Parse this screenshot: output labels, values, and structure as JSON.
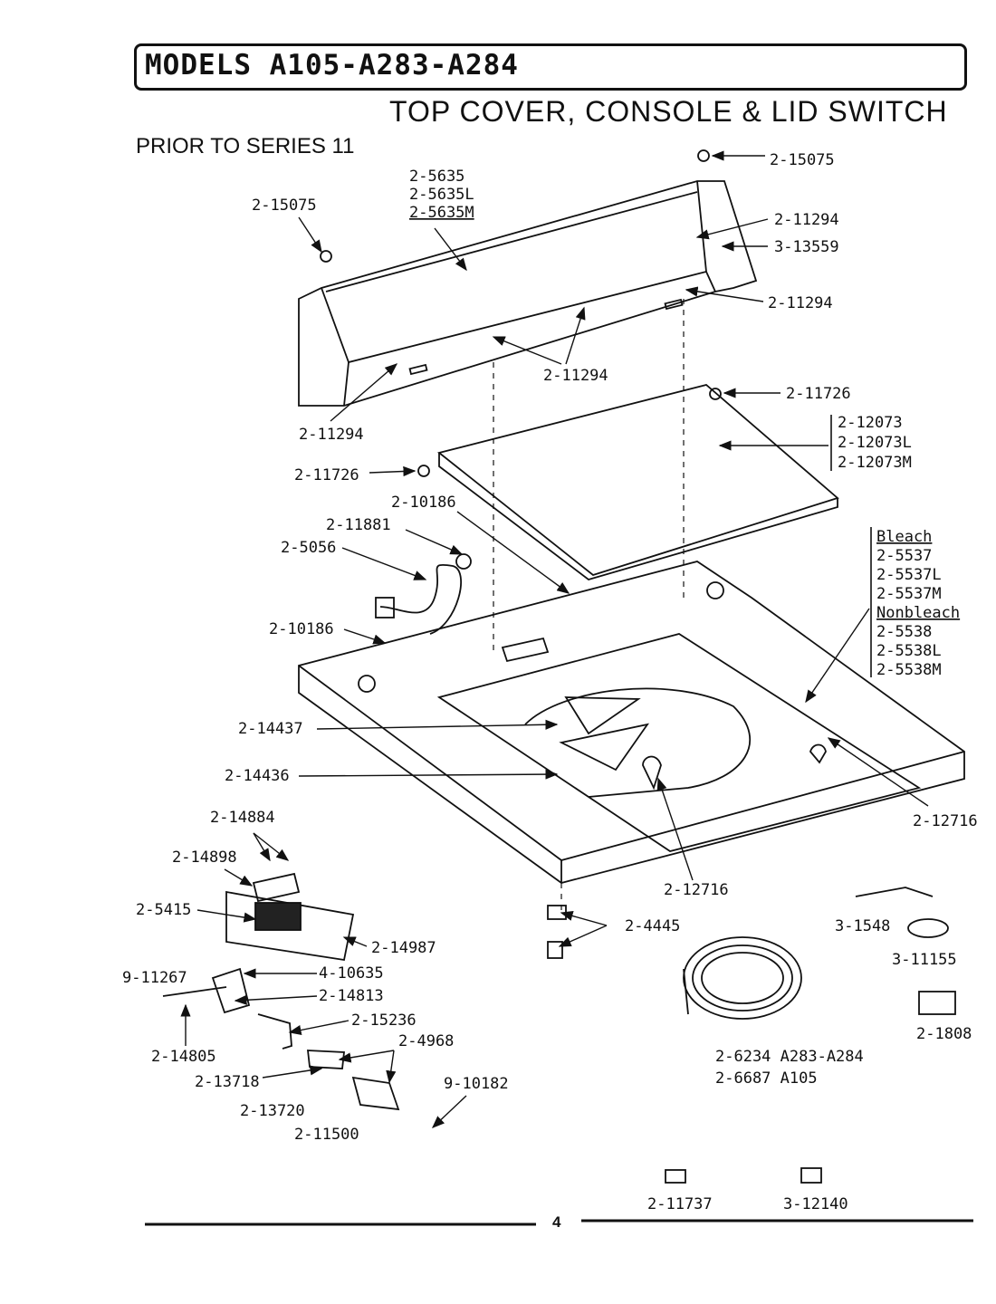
{
  "header": {
    "models": "MODELS A105-A283-A284",
    "title": "TOP COVER, CONSOLE & LID SWITCH",
    "subtitle": "PRIOR TO SERIES 11"
  },
  "parts": {
    "p_15075_a": "2-15075",
    "p_15075_b": "2-15075",
    "console_1": "2-5635",
    "console_2": "2-5635L",
    "console_3": "2-5635M",
    "p_11294_a": "2-11294",
    "p_13559": "3-13559",
    "p_11294_b": "2-11294",
    "p_11294_c": "2-11294",
    "p_11294_d": "2-11294",
    "p_11726_a": "2-11726",
    "lid_1": "2-12073",
    "lid_2": "2-12073L",
    "lid_3": "2-12073M",
    "p_11726_b": "2-11726",
    "p_10186_a": "2-10186",
    "p_11881": "2-11881",
    "p_5056": "2-5056",
    "top_h1": "Bleach",
    "top_1": "2-5537",
    "top_2": "2-5537L",
    "top_3": "2-5537M",
    "top_h2": "Nonbleach",
    "top_4": "2-5538",
    "top_5": "2-5538L",
    "top_6": "2-5538M",
    "p_10186_b": "2-10186",
    "p_14437": "2-14437",
    "p_14436": "2-14436",
    "p_12716_a": "2-12716",
    "p_12716_b": "2-12716",
    "p_14884": "2-14884",
    "p_14898": "2-14898",
    "p_5415": "2-5415",
    "p_14987": "2-14987",
    "p_11267": "9-11267",
    "p_10635": "4-10635",
    "p_14813": "2-14813",
    "p_15236": "2-15236",
    "p_14805": "2-14805",
    "p_4968": "2-4968",
    "p_13718": "2-13718",
    "p_10182": "9-10182",
    "p_13720": "2-13720",
    "p_11500": "2-11500",
    "p_4445": "2-4445",
    "p_1548": "3-1548",
    "p_11155": "3-11155",
    "p_1808": "2-1808",
    "harness_1": "2-6234 A283-A284",
    "harness_2": "2-6687 A105",
    "p_11737": "2-11737",
    "p_12140": "3-12140"
  },
  "footer": {
    "page_number": "4"
  }
}
